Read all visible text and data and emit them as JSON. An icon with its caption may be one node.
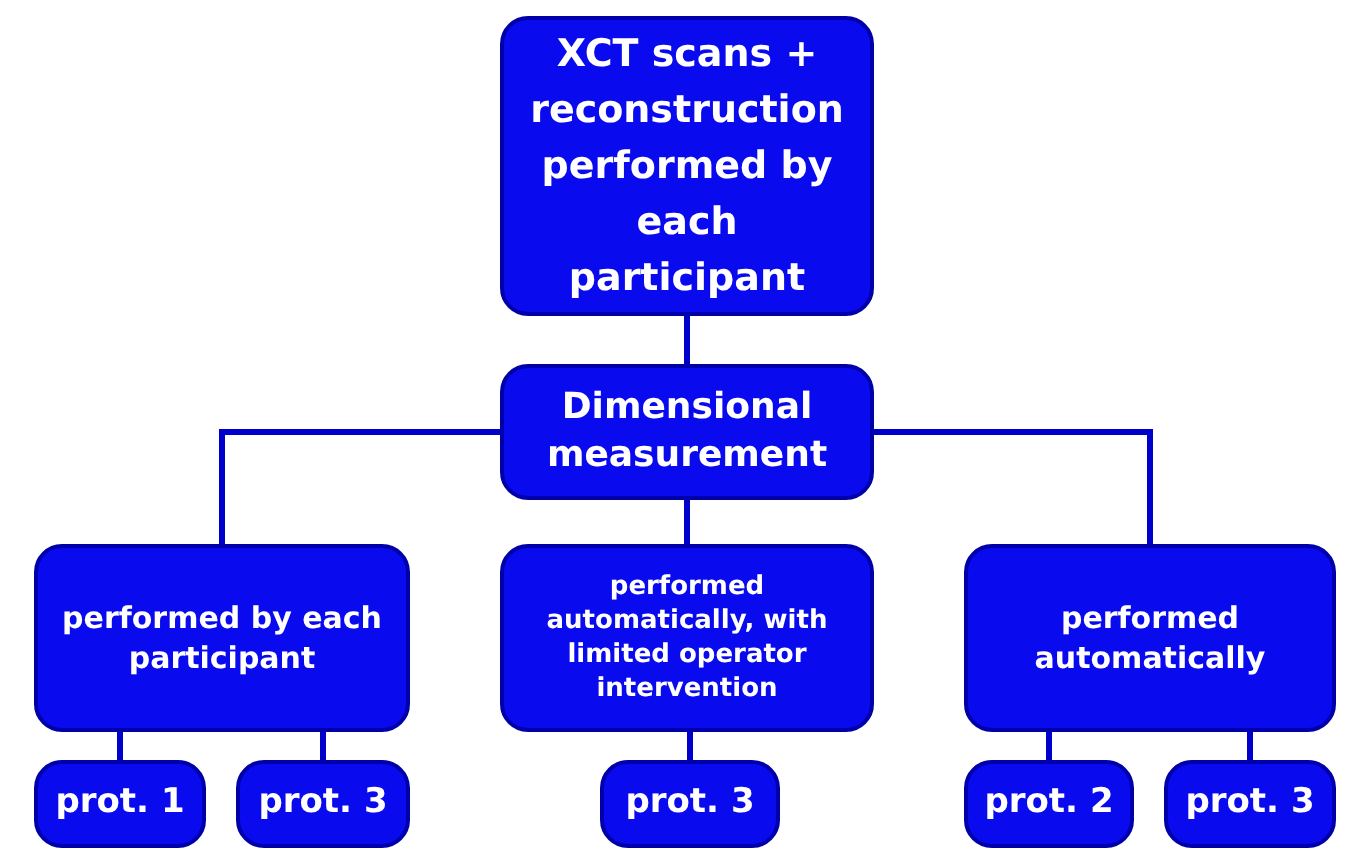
{
  "diagram": {
    "nodes": [
      {
        "text": [
          "XCT scans + reconstruction performed by each participant"
        ]
      },
      {
        "text": [
          "Dimensional measurement"
        ]
      },
      {
        "text": [
          "performed by each participant"
        ]
      },
      {
        "text": [
          "performed automatically, with limited operator intervention"
        ]
      },
      {
        "text": [
          "performed automatically"
        ]
      },
      {
        "text": [
          "prot. 1"
        ]
      },
      {
        "text": [
          "prot. 3"
        ]
      },
      {
        "text": [
          "prot. 3"
        ]
      },
      {
        "text": [
          "prot. 2"
        ]
      },
      {
        "text": [
          "prot. 3"
        ]
      }
    ],
    "edges": [
      {
        "from": 0,
        "to": 1,
        "arrow": "none"
      },
      {
        "from": 1,
        "to": 2,
        "arrow": "none"
      },
      {
        "from": 1,
        "to": 3,
        "arrow": "none"
      },
      {
        "from": 1,
        "to": 4,
        "arrow": "none"
      },
      {
        "from": 2,
        "to": 5,
        "arrow": "none"
      },
      {
        "from": 2,
        "to": 6,
        "arrow": "none"
      },
      {
        "from": 3,
        "to": 7,
        "arrow": "none"
      },
      {
        "from": 4,
        "to": 8,
        "arrow": "none"
      },
      {
        "from": 4,
        "to": 9,
        "arrow": "none"
      }
    ]
  }
}
